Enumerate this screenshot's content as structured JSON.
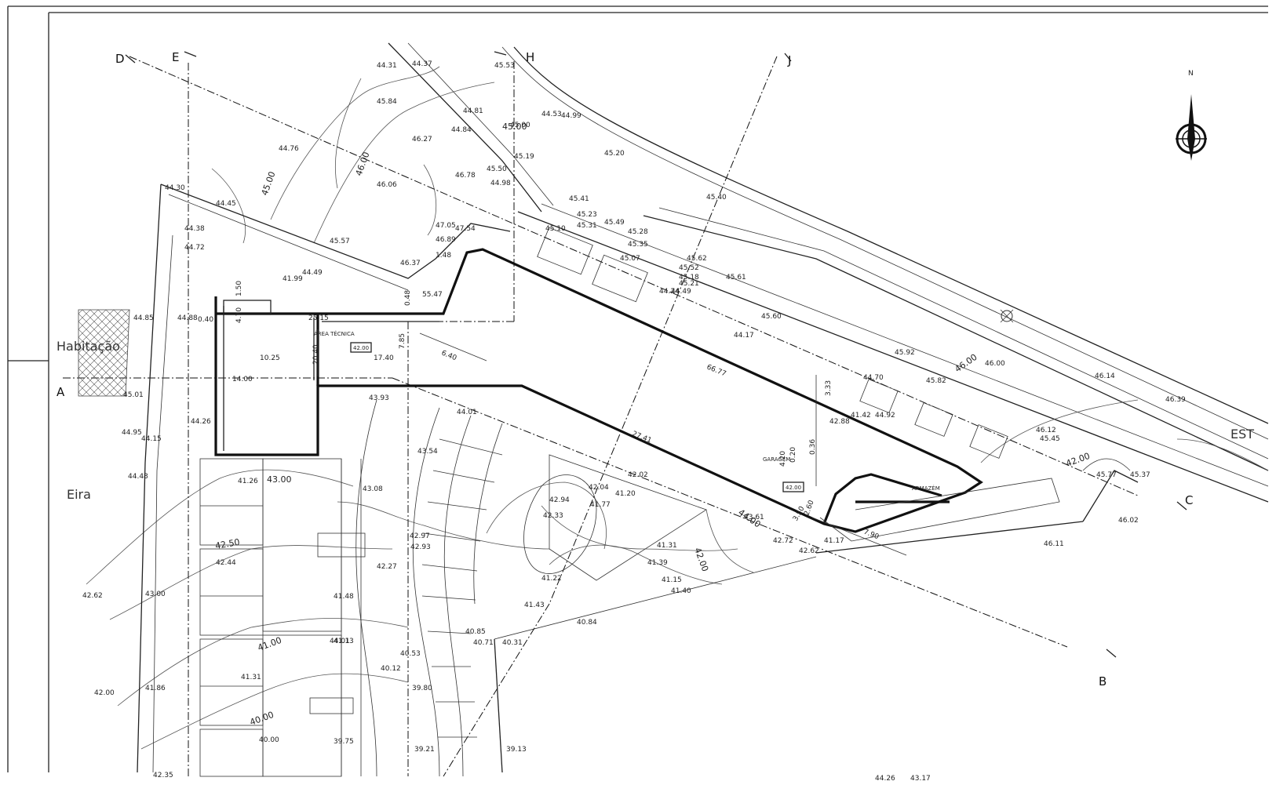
{
  "labels": {
    "habitacao": "Habitação",
    "eira": "Eira",
    "est": "EST",
    "north": "N",
    "area_tecnica": "ÁREA TÉCNICA",
    "armazem": "ARMAZÉM",
    "garagem": "GARAGEM",
    "box_1": "42.00",
    "box_2": "42.00"
  },
  "sections": [
    "A",
    "B",
    "C",
    "D",
    "E",
    "H",
    "J"
  ],
  "contours": [
    "46.00",
    "45.00",
    "45.00",
    "46.00",
    "43.00",
    "42.00",
    "42.00",
    "41.00",
    "40.00",
    "44.00",
    "42.50"
  ],
  "spots": [
    "44.76",
    "44.45",
    "44.30",
    "44.38",
    "44.72",
    "44.49",
    "41.99",
    "45.57",
    "46.37",
    "44.31",
    "44.37",
    "45.84",
    "44.81",
    "44.84",
    "46.27",
    "46.06",
    "46.78",
    "47.05",
    "47.54",
    "46.89",
    "45.19",
    "45.50",
    "45.53",
    "44.98",
    "44.53",
    "44.99",
    "45.00",
    "45.20",
    "45.41",
    "45.23",
    "45.10",
    "45.31",
    "45.49",
    "45.28",
    "45.35",
    "45.07",
    "45.62",
    "45.52",
    "45.61",
    "45.40",
    "44.49",
    "45.21",
    "45.18",
    "44.24",
    "45.60",
    "44.17",
    "45.92",
    "46.00",
    "46.14",
    "46.39",
    "44.70",
    "45.82",
    "44.92",
    "46.12",
    "45.45",
    "45.77",
    "45.37",
    "46.02",
    "46.11",
    "44.85",
    "44.88",
    "45.01",
    "44.95",
    "44.48",
    "44.26",
    "43.93",
    "44.01",
    "43.54",
    "43.08",
    "42.97",
    "42.93",
    "42.94",
    "42.33",
    "42.04",
    "41.77",
    "41.20",
    "42.02",
    "41.31",
    "41.39",
    "41.15",
    "41.40",
    "41.22",
    "42.27",
    "41.48",
    "41.43",
    "40.84",
    "40.85",
    "40.71",
    "40.31",
    "40.53",
    "40.12",
    "39.80",
    "39.21",
    "39.13",
    "39.75",
    "41.31",
    "41.13",
    "41.86",
    "42.00",
    "42.62",
    "42.44",
    "44.15",
    "41.26",
    "40.00",
    "42.35",
    "43.00",
    "41.17",
    "42.72",
    "43.61",
    "42.62",
    "41.42",
    "42.88",
    "44.01",
    "44.26",
    "43.17"
  ],
  "dims": [
    "25.15",
    "10.25",
    "17.40",
    "14.00",
    "20.40",
    "7.85",
    "6.40",
    "66.77",
    "27.41",
    "7.90",
    "1.50",
    "4.70",
    "0.48",
    "0.20",
    "0.36",
    "3.33",
    "55.47",
    "1.48",
    "3.50",
    "0.40",
    "4.20",
    "2.60"
  ]
}
